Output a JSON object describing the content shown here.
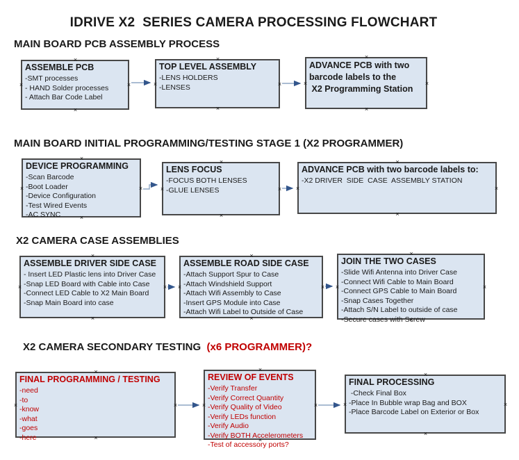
{
  "title": "IDRIVE X2  SERIES CAMERA PROCESSING FLOWCHART",
  "colors": {
    "box_fill": "#dbe5f1",
    "box_border": "#474747",
    "text": "#1a1a1a",
    "red_accent": "#c00000",
    "arrow_line": "#8da6c4",
    "arrow_head": "#33568c",
    "background": "#ffffff"
  },
  "icons": {
    "connector_handle": "×"
  },
  "sections": {
    "s1": {
      "heading": "MAIN BOARD PCB ASSEMBLY PROCESS"
    },
    "s2": {
      "heading": "MAIN BOARD INITIAL PROGRAMMING/TESTING STAGE 1 (X2 PROGRAMMER)"
    },
    "s3": {
      "heading": "X2 CAMERA CASE ASSEMBLIES"
    },
    "s4": {
      "heading_black": "X2 CAMERA SECONDARY TESTING ",
      "heading_red": " (x6 PROGRAMMER)?"
    }
  },
  "boxes": {
    "assemble_pcb": {
      "title": "ASSEMBLE PCB",
      "items": [
        "-SMT processes",
        "- HAND Solder processes",
        "- Attach Bar Code Label"
      ]
    },
    "top_level_assembly": {
      "title": "TOP LEVEL ASSEMBLY",
      "items": [
        "-LENS HOLDERS",
        "-LENSES"
      ]
    },
    "advance_pcb_station": {
      "title": "ADVANCE PCB with two\nbarcode labels to the\n X2 Programming Station",
      "items": []
    },
    "device_programming": {
      "title": "DEVICE PROGRAMMING",
      "items": [
        "-Scan Barcode",
        "-Boot Loader",
        "-Device Configuration",
        "-Test Wired Events",
        "-AC SYNC"
      ]
    },
    "lens_focus": {
      "title": "LENS FOCUS",
      "items": [
        "-FOCUS BOTH LENSES",
        "-GLUE LENSES"
      ]
    },
    "advance_pcb_case": {
      "title": "ADVANCE PCB with two barcode labels to:",
      "items": [
        "-X2 DRIVER  SIDE  CASE  ASSEMBLY STATION"
      ]
    },
    "assemble_driver_side": {
      "title": "ASSEMBLE DRIVER SIDE CASE",
      "items": [
        "- Insert LED Plastic lens into Driver Case",
        "-Snap LED Board with Cable into Case",
        "-Connect LED Cable to X2 Main Board",
        "-Snap Main Board into case"
      ]
    },
    "assemble_road_side": {
      "title": "ASSEMBLE ROAD SIDE CASE",
      "items": [
        "-Attach Support Spur to Case",
        "-Attach Windshield Support",
        "-Attach Wifi Assembly to Case",
        "-Insert GPS Module into Case",
        "-Attach Wifi Label to Outside of Case"
      ]
    },
    "join_two_cases": {
      "title": "JOIN THE TWO CASES",
      "items": [
        "-Slide Wifi Antenna into Driver Case",
        "-Connect Wifi Cable to Main Board",
        "-Connect GPS Cable to Main Board",
        "-Snap Cases Together",
        "-Attach S/N Label to outside of case",
        "-Secure cases with Screw"
      ]
    },
    "final_programming": {
      "title": "FINAL PROGRAMMING / TESTING",
      "items": [
        "-need",
        "-to",
        "-know",
        "-what",
        "-goes",
        "-here"
      ]
    },
    "review_of_events": {
      "title": "REVIEW OF EVENTS",
      "items": [
        "-Verify Transfer",
        "-Verify Correct Quantity",
        "-Verify Quality of Video",
        "-Verify LEDs function",
        "-Verify Audio",
        "-Verify BOTH Accelerometers",
        "-Test of accessory ports?"
      ]
    },
    "final_processing": {
      "title": "FINAL PROCESSING",
      "items": [
        " -Check Final Box",
        "-Place In Bubble wrap Bag and BOX",
        "-Place Barcode Label on Exterior or Box"
      ]
    }
  }
}
